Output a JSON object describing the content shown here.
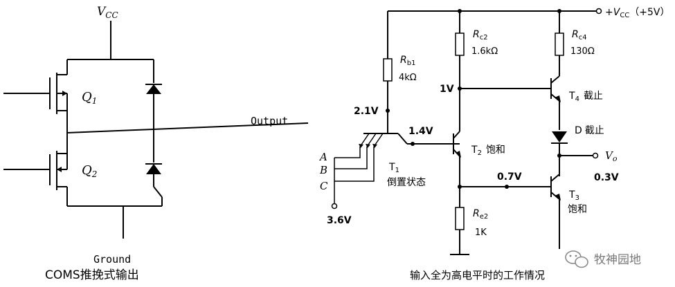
{
  "cmos": {
    "vcc_label": "V",
    "vcc_sub": "CC",
    "q1_label": "Q",
    "q1_sub": "1",
    "q2_label": "Q",
    "q2_sub": "2",
    "output_label": "Output",
    "ground_label": "Ground",
    "caption": "COMS推挽式输出"
  },
  "ttl": {
    "vcc_label": "+V",
    "vcc_sub": "CC",
    "vcc_suffix": "（+5V）",
    "rb1": {
      "name": "R",
      "sub": "b1",
      "value": "4kΩ"
    },
    "rc2": {
      "name": "R",
      "sub": "c2",
      "value": "1.6kΩ"
    },
    "rc4": {
      "name": "R",
      "sub": "c4",
      "value": "130Ω"
    },
    "re2": {
      "name": "R",
      "sub": "e2",
      "value": "1K"
    },
    "node_1v": "1V",
    "node_2_1v": "2.1V",
    "node_1_4v": "1.4V",
    "node_0_7v": "0.7V",
    "node_0_3v": "0.3V",
    "input_voltage": "3.6V",
    "input_a": "A",
    "input_b": "B",
    "input_c": "C",
    "t1": {
      "name": "T",
      "sub": "1",
      "state": "倒置状态"
    },
    "t2": {
      "name": "T",
      "sub": "2",
      "state": "饱和"
    },
    "t3": {
      "name": "T",
      "sub": "3",
      "state": "饱和"
    },
    "t4": {
      "name": "T",
      "sub": "4",
      "state": "截止"
    },
    "diode": {
      "name": "D",
      "state": "截止"
    },
    "vo": {
      "name": "V",
      "sub": "o"
    },
    "caption": "输入全为高电平时的工作情况"
  },
  "watermark": {
    "text": "牧神园地",
    "icon": "wechat-icon"
  }
}
